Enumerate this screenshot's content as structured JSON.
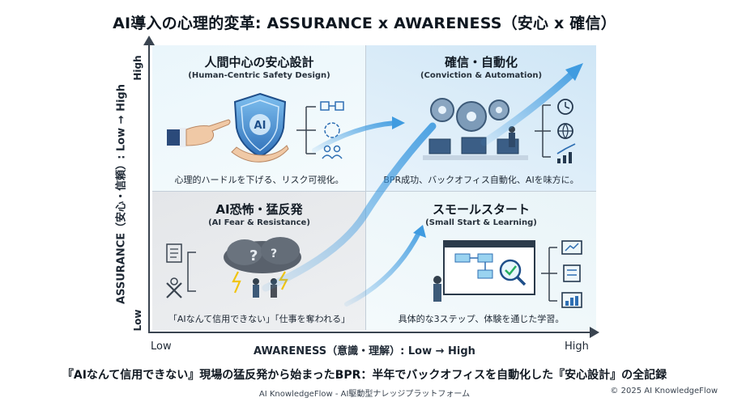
{
  "title": "AI導入の心理的変革: ASSURANCE x AWARENESS（安心 x 確信）",
  "axes": {
    "y_label": "ASSURANCE（安心・信頼）: Low → High",
    "y_high": "High",
    "y_low": "Low",
    "x_label": "AWARENESS（意識・理解）: Low → High",
    "x_low": "Low",
    "x_high": "High"
  },
  "quadrants": {
    "top_left": {
      "title": "人間中心の安心設計",
      "subtitle": "(Human-Centric Safety Design)",
      "caption": "心理的ハードルを下げる、リスク可視化。",
      "shield_text": "AI"
    },
    "top_right": {
      "title": "確信・自動化",
      "subtitle": "(Conviction & Automation)",
      "caption": "BPR成功、バックオフィス自動化、AIを味方に。"
    },
    "bottom_left": {
      "title": "AI恐怖・猛反発",
      "subtitle": "(AI Fear & Resistance)",
      "caption": "「AIなんて信用できない」「仕事を奪われる」"
    },
    "bottom_right": {
      "title": "スモールスタート",
      "subtitle": "(Small Start & Learning)",
      "caption": "具体的な3ステップ、体験を通じた学習。"
    }
  },
  "subtitle": "『AIなんて信用できない』現場の猛反発から始まったBPR：半年でバックオフィスを自動化した『安心設計』の全記録",
  "footer": "AI KnowledgeFlow - AI駆動型ナレッジプラットフォーム",
  "copyright": "© 2025 AI KnowledgeFlow",
  "colors": {
    "arrow": "#3f9be0",
    "shield": "#4a8fd6",
    "storm": "#4e5560",
    "accent": "#2f6fb3"
  },
  "icons": [
    "pointing-hand-icon",
    "shield-ai-icon",
    "flowchart-icon",
    "cycle-icon",
    "team-icon",
    "gears-icon",
    "stopwatch-icon",
    "globe-gear-icon",
    "growth-chart-icon",
    "document-icon",
    "broken-robot-icon",
    "storm-cloud-icon",
    "question-mark-icon",
    "presentation-screen-icon",
    "magnifier-check-icon",
    "laptop-chart-icon"
  ]
}
